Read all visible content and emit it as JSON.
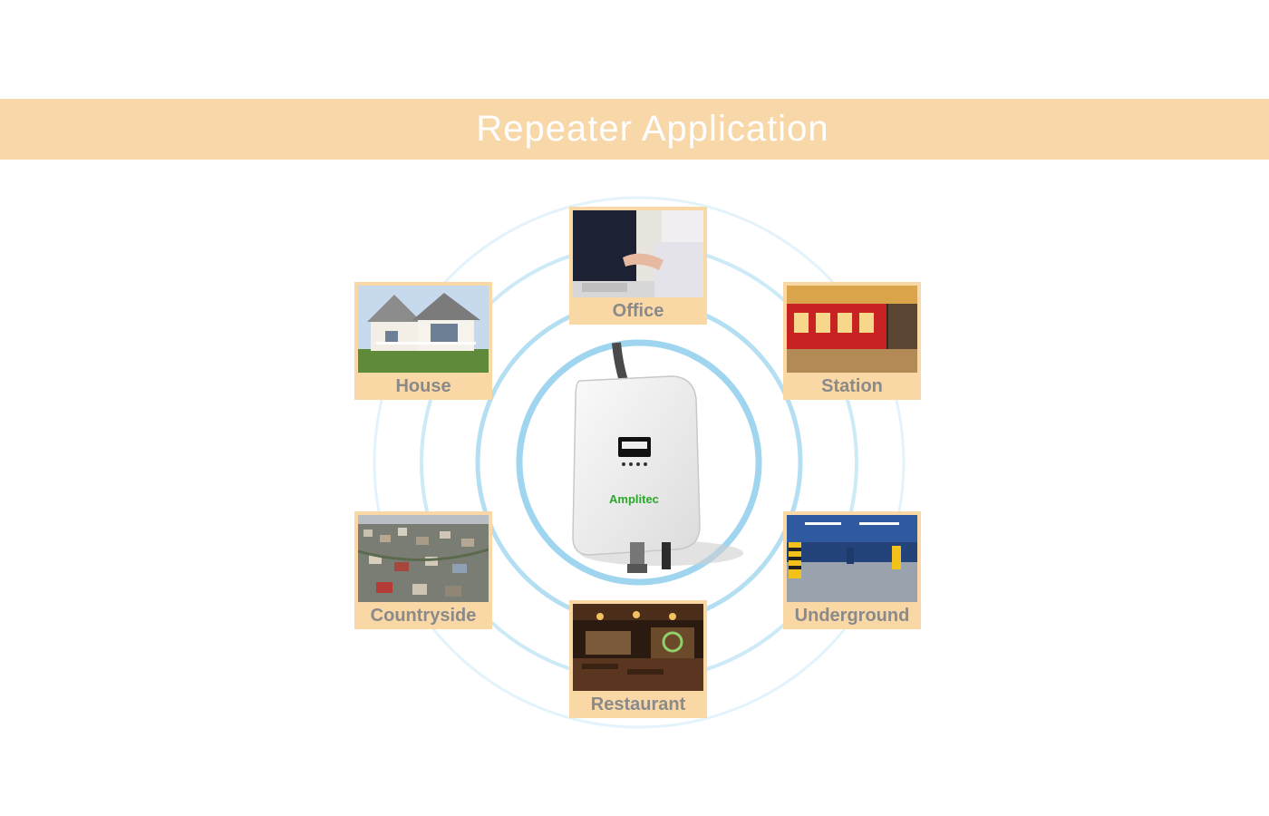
{
  "banner": {
    "title": "Repeater Application"
  },
  "device": {
    "brand": "Amplitec"
  },
  "applications": [
    {
      "label": "Office",
      "icon": "office-handshake-photo"
    },
    {
      "label": "House",
      "icon": "house-photo"
    },
    {
      "label": "Station",
      "icon": "train-station-photo"
    },
    {
      "label": "Countryside",
      "icon": "countryside-town-photo"
    },
    {
      "label": "Underground",
      "icon": "underground-parking-photo"
    },
    {
      "label": "Restaurant",
      "icon": "restaurant-interior-photo"
    }
  ],
  "colors": {
    "banner": "#f8d7a8",
    "tile": "#f9d8a6",
    "ring": "#a8d8ef",
    "label": "#8a8a8a",
    "brand_green": "#2aa82a"
  }
}
